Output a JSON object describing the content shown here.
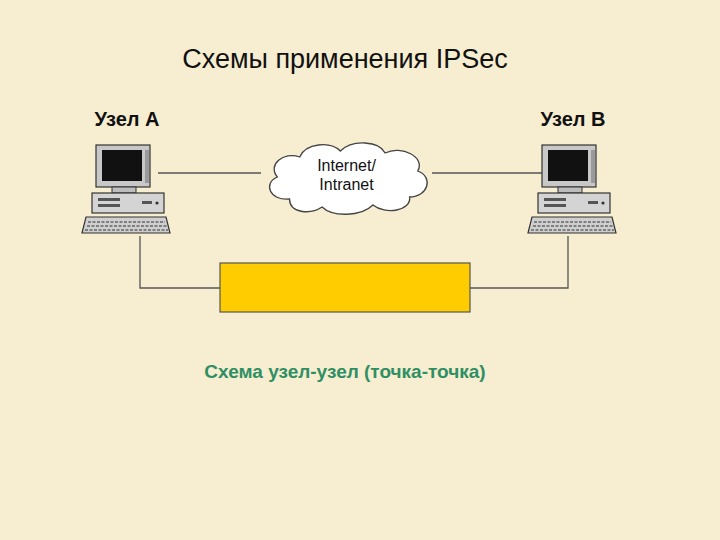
{
  "diagram": {
    "title": "Схемы применения IPSec",
    "caption": "Схема узел-узел (точка-точка)",
    "nodes": [
      {
        "text": [
          "Узел А"
        ]
      },
      {
        "text": [
          "Internet/ Intranet"
        ]
      },
      {
        "text": [
          "Узел В"
        ]
      }
    ],
    "edges": [
      {
        "from": 0,
        "to": 1,
        "arrow": "none"
      },
      {
        "from": 1,
        "to": 2,
        "arrow": "none"
      }
    ]
  }
}
